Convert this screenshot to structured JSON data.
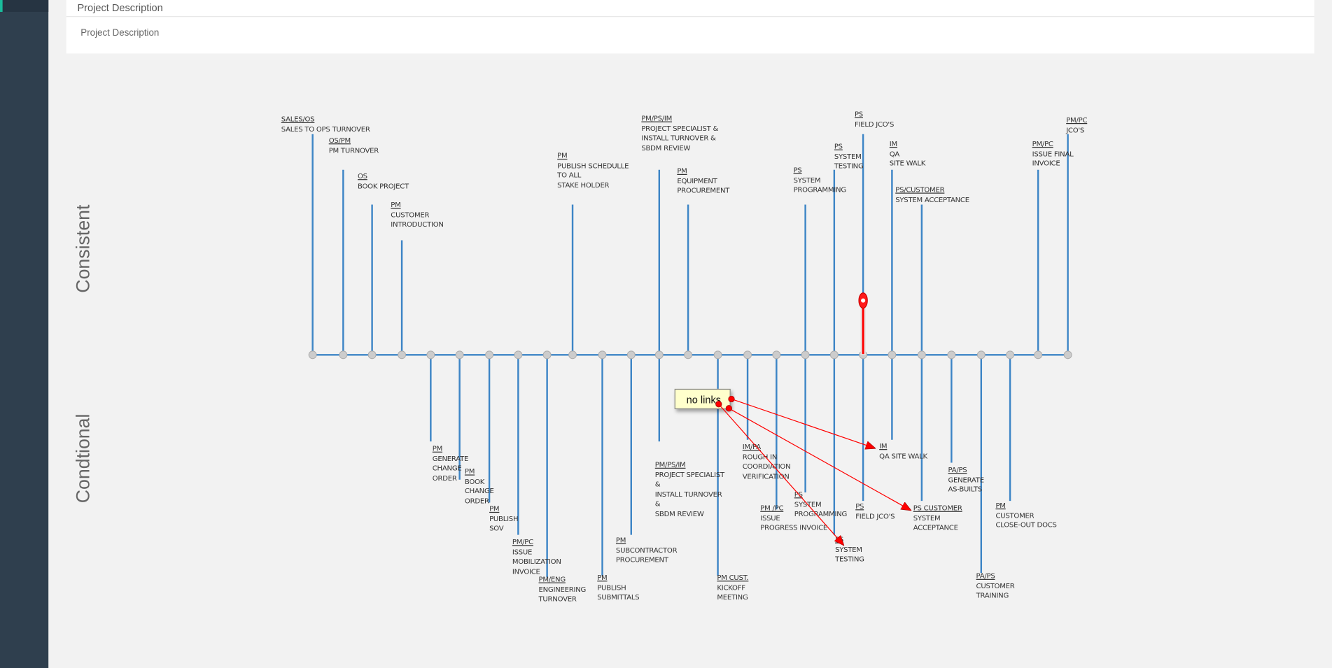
{
  "card": {
    "title": "Project Description",
    "body": "Project Description"
  },
  "axis": {
    "top_label": "Consistent",
    "bottom_label": "Condtional"
  },
  "tooltip": {
    "text": "no links"
  },
  "colors": {
    "line": "#3d85c6",
    "node": "#cccccc",
    "link": "#ff0000",
    "sidebar": "#2f3f4e",
    "accent": "#1abc9c"
  },
  "consistent_events": [
    {
      "role": "SALES/OS",
      "lines": [
        "SALES TO OPS TURNOVER"
      ]
    },
    {
      "role": "OS/PM",
      "lines": [
        "PM TURNOVER"
      ]
    },
    {
      "role": "OS",
      "lines": [
        "BOOK PROJECT"
      ]
    },
    {
      "role": "PM",
      "lines": [
        "CUSTOMER",
        "INTRODUCTION"
      ]
    },
    {
      "role": "PM",
      "lines": [
        "PUBLISH SCHEDULLE",
        "TO ALL",
        "STAKE HOLDER"
      ]
    },
    {
      "role": "PM/PS/IM",
      "lines": [
        "PROJECT SPECIALIST &",
        "INSTALL TURNOVER &",
        "SBDM REVIEW"
      ]
    },
    {
      "role": "PM",
      "lines": [
        "EQUIPMENT",
        "PROCUREMENT"
      ]
    },
    {
      "role": "PS",
      "lines": [
        "SYSTEM",
        "PROGRAMMING"
      ]
    },
    {
      "role": "PS",
      "lines": [
        "SYSTEM",
        "TESTING"
      ]
    },
    {
      "role": "PS",
      "lines": [
        "FIELD JCO'S"
      ]
    },
    {
      "role": "IM",
      "lines": [
        "QA",
        "SITE WALK"
      ]
    },
    {
      "role": "PS/CUSTOMER",
      "lines": [
        "SYSTEM ACCEPTANCE"
      ]
    },
    {
      "role": "PM/PC",
      "lines": [
        "ISSUE FINAL",
        "INVOICE"
      ]
    },
    {
      "role": "PM/PC",
      "lines": [
        "JCO'S"
      ]
    }
  ],
  "conditional_events": [
    {
      "role": "PM",
      "lines": [
        "GENERATE",
        "CHANGE",
        "ORDER"
      ]
    },
    {
      "role": "PM",
      "lines": [
        "BOOK",
        "CHANGE",
        "ORDER"
      ]
    },
    {
      "role": "PM",
      "lines": [
        "PUBLISH",
        "SOV"
      ]
    },
    {
      "role": "PM/PC",
      "lines": [
        "ISSUE",
        "MOBILIZATION",
        "INVOICE"
      ]
    },
    {
      "role": "PM/ENG",
      "lines": [
        "ENGINEERING",
        "TURNOVER"
      ]
    },
    {
      "role": "PM",
      "lines": [
        "PUBLISH",
        "SUBMITTALS"
      ]
    },
    {
      "role": "PM",
      "lines": [
        "SUBCONTRACTOR",
        "PROCUREMENT"
      ]
    },
    {
      "role": "PM/PS/IM",
      "lines": [
        "PROJECT SPECIALIST",
        "&",
        "INSTALL TURNOVER",
        "&",
        "SBDM REVIEW"
      ]
    },
    {
      "role": "PM CUST.",
      "lines": [
        "KICKOFF",
        "MEETING"
      ]
    },
    {
      "role": "IM/PA",
      "lines": [
        "ROUGH IN",
        "COORDIATION",
        "VERIFICATION"
      ]
    },
    {
      "role": "PM /PC",
      "lines": [
        "ISSUE",
        "PROGRESS INVOICE"
      ]
    },
    {
      "role": "PS",
      "lines": [
        "SYSTEM",
        "PROGRAMMING"
      ]
    },
    {
      "role": "PS",
      "lines": [
        "SYSTEM",
        "TESTING"
      ]
    },
    {
      "role": "PS",
      "lines": [
        "FIELD JCO'S"
      ]
    },
    {
      "role": "IM",
      "lines": [
        "QA SITE WALK"
      ]
    },
    {
      "role": "PS CUSTOMER",
      "lines": [
        "SYSTEM",
        "ACCEPTANCE"
      ]
    },
    {
      "role": "PA/PS",
      "lines": [
        "GENERATE",
        "AS-BUILTS"
      ]
    },
    {
      "role": "PA/PS",
      "lines": [
        "CUSTOMER",
        "TRAINING"
      ]
    },
    {
      "role": "PM",
      "lines": [
        "CUSTOMER",
        "CLOSE-OUT DOCS"
      ]
    }
  ]
}
